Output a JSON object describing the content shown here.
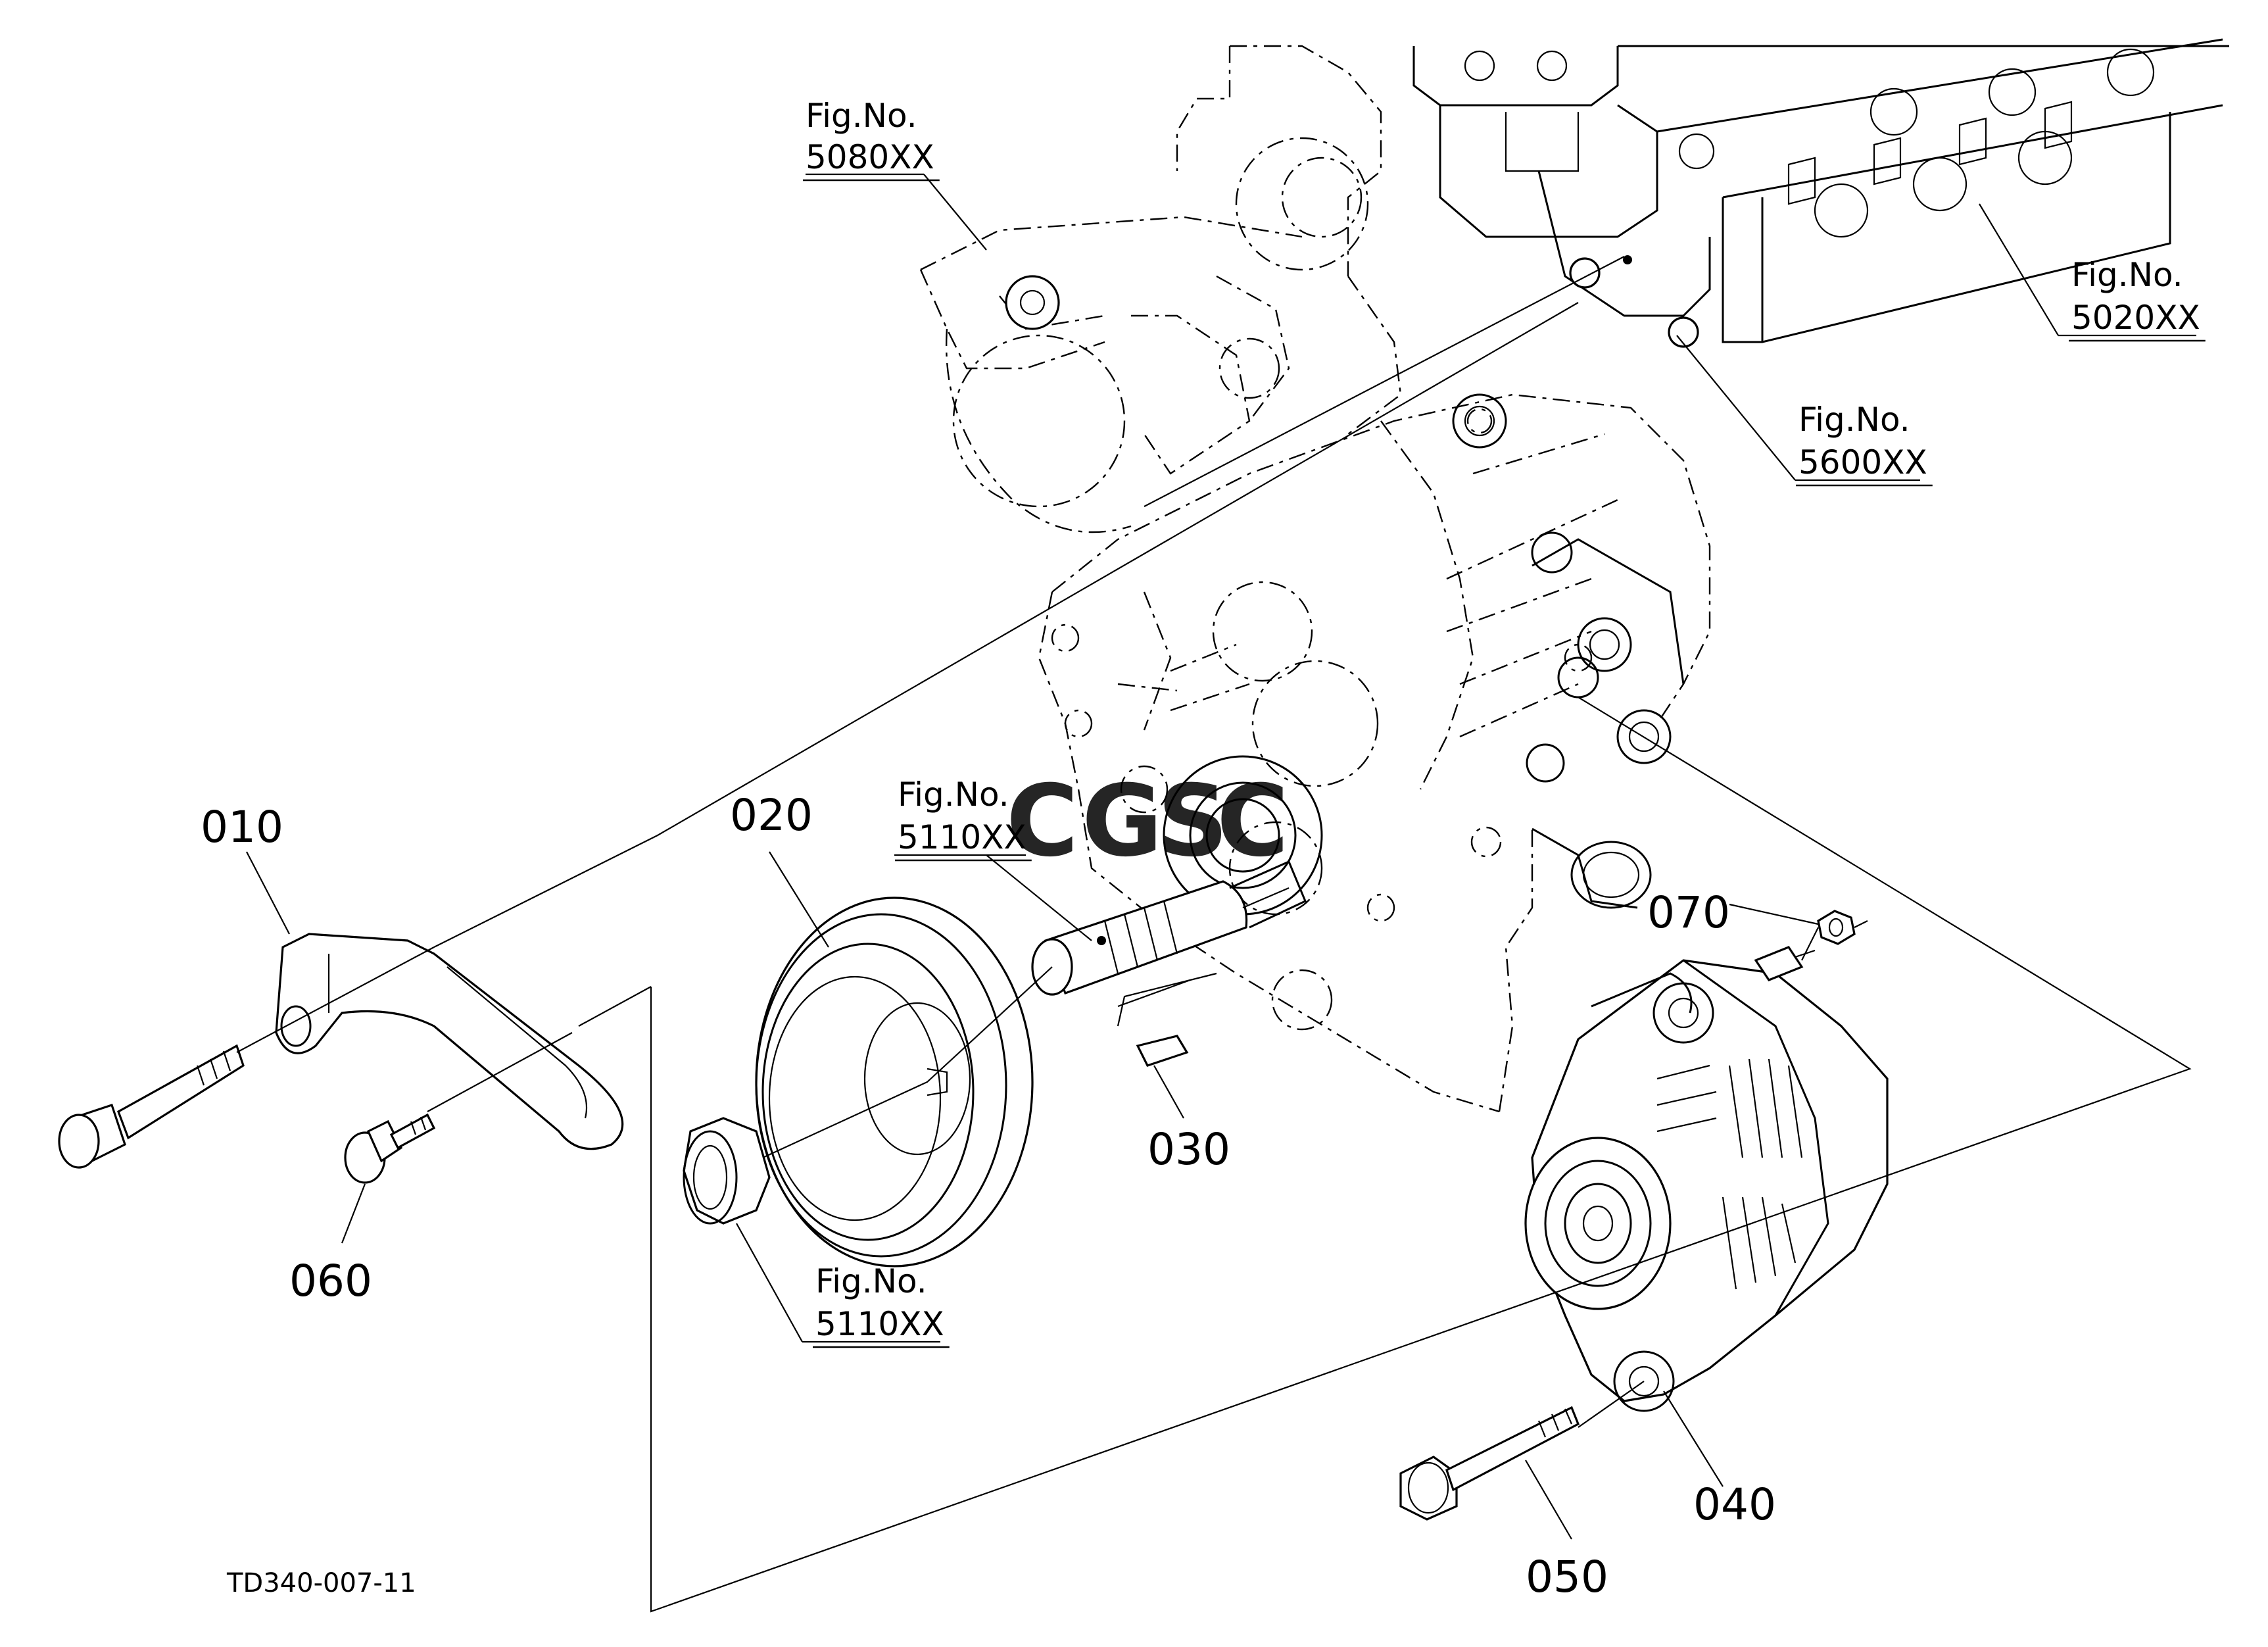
{
  "diagram_code": "TD340-007-11",
  "parts": [
    {
      "id": "p010",
      "number": "010"
    },
    {
      "id": "p020",
      "number": "020"
    },
    {
      "id": "p030",
      "number": "030"
    },
    {
      "id": "p040",
      "number": "040"
    },
    {
      "id": "p050",
      "number": "050"
    },
    {
      "id": "p060",
      "number": "060"
    },
    {
      "id": "p070",
      "number": "070"
    }
  ],
  "figure_refs": [
    {
      "prefix": "Fig.No.",
      "number": "5080XX"
    },
    {
      "prefix": "Fig.No.",
      "number": "5020XX"
    },
    {
      "prefix": "Fig.No.",
      "number": "5600XX"
    },
    {
      "prefix": "Fig.No.",
      "number": "5110XX"
    },
    {
      "prefix": "Fig.No.",
      "number": "5110XX"
    }
  ],
  "watermark": {
    "letters": [
      "C",
      "G",
      "S",
      "C"
    ],
    "colors": [
      "#4285F4",
      "#EA4335",
      "#FBBC05",
      "#34A853"
    ]
  }
}
